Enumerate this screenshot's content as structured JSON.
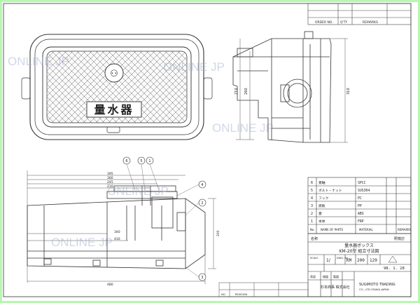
{
  "watermark": "ONLINE JP",
  "top_table": {
    "headers": [
      "ORDER NO.",
      "Q'TY",
      "REMARKS"
    ]
  },
  "top_view": {
    "logo_mark": "⚇",
    "logo_text": "量水器"
  },
  "dims_left": [
    "395",
    "360",
    "245",
    "210",
    "340",
    "410",
    "480"
  ],
  "dims_right": [
    "210",
    "260",
    "310"
  ],
  "balloons": [
    "6",
    "5",
    "1",
    "4",
    "2",
    "3"
  ],
  "parts": {
    "rows": [
      {
        "no": "6",
        "name": "蓋軸",
        "mat": "SPCC"
      },
      {
        "no": "5",
        "name": "ボルト・ナット",
        "mat": "SUS304"
      },
      {
        "no": "4",
        "name": "フック",
        "mat": "PC"
      },
      {
        "no": "3",
        "name": "底板",
        "mat": "PP"
      },
      {
        "no": "2",
        "name": "蓋",
        "mat": "ABS"
      },
      {
        "no": "1",
        "name": "本体",
        "mat": "FRP"
      }
    ],
    "header": {
      "no": "No.",
      "name": "NAME OF PARTS",
      "material": "MATERIAL",
      "remarks": "REMARKS"
    }
  },
  "title_block": {
    "name_label": "名称",
    "check_label": "照検討",
    "product": "量水器ボックス",
    "model": "KM-20型  組立寸法図",
    "scale_label": "SCALE",
    "scale": "1/",
    "dwg_label": "DWG. No.",
    "dwg_no": [
      "KM",
      "200",
      "129"
    ],
    "date": "98. 1. 28",
    "approved": "承認",
    "checked": "検図",
    "drawn": "製図",
    "company_en": "SUGIMOTO TRADING",
    "company_sub": "CO., LTD OSAKA JAPAN",
    "company_jp": "杉本商事 株式会社",
    "revision_label": "REVISION",
    "no_label": "NO."
  }
}
